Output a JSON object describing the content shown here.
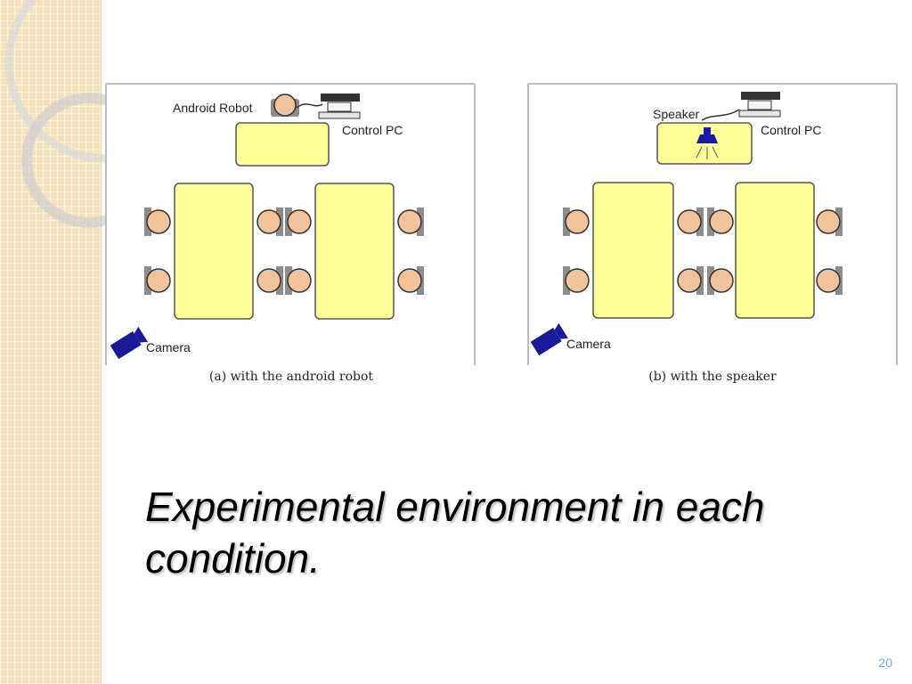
{
  "slide": {
    "title": "Experimental environment in each condition.",
    "page_number": "20"
  },
  "figure_a": {
    "caption": "(a) with the android robot",
    "labels": {
      "robot": "Android Robot",
      "control_pc": "Control PC",
      "camera": "Camera"
    }
  },
  "figure_b": {
    "caption": "(b) with the speaker",
    "labels": {
      "speaker": "Speaker",
      "control_pc": "Control PC",
      "camera": "Camera"
    }
  },
  "colors": {
    "table_fill": "#ffff99",
    "person_fill": "#f2c39a",
    "chair": "#8c8c8c",
    "camera": "#1a1a99",
    "speaker": "#1a1aaa",
    "sidebar": "#f4e2bc",
    "page_number": "#7aa5c4"
  },
  "icons": [
    "person-icon",
    "computer-icon",
    "camera-icon",
    "speaker-icon"
  ]
}
